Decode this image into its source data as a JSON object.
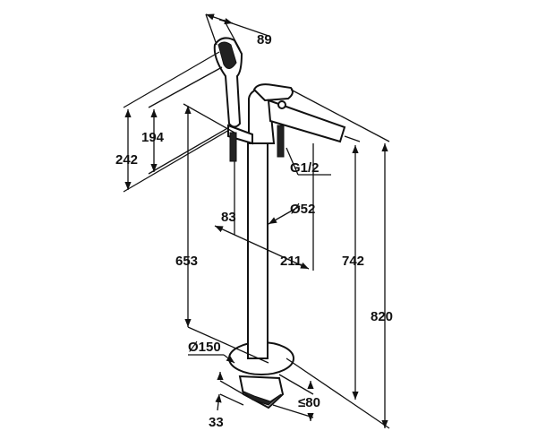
{
  "drawing": {
    "dimensions": {
      "handshower_width": "89",
      "handshower_height_inner": "194",
      "handshower_height_outer": "242",
      "holder_height": "653",
      "holder_offset": "83",
      "pipe_diameter": "Ø52",
      "thread": "G1/2",
      "spout_reach": "211",
      "spout_height": "742",
      "total_height": "820",
      "base_diameter": "Ø150",
      "floor_depth": "≤80",
      "connector_height": "33"
    },
    "line_color": "#111111"
  }
}
